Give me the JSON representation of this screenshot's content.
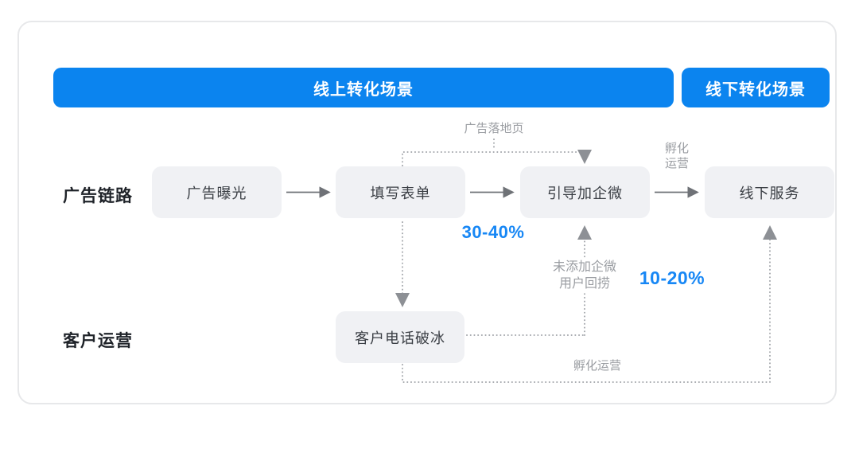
{
  "colors": {
    "brand_blue": "#0b84ef",
    "percent_blue": "#1787f5",
    "node_bg": "#f0f1f4",
    "gray_label": "#9a9da2"
  },
  "scene_headers": {
    "online": "线上转化场景",
    "offline": "线下转化场景"
  },
  "row_labels": {
    "ad_chain": "广告链路",
    "customer_ops": "客户运营"
  },
  "nodes": {
    "ad_exposure": "广告曝光",
    "fill_form": "填写表单",
    "guide_add_wecom": "引导加企微",
    "offline_service": "线下服务",
    "phone_icebreaking": "客户电话破冰"
  },
  "edge_labels": {
    "ad_landing_page": "广告落地页",
    "incubation_line1": "孵化",
    "incubation_line2": "运营",
    "recall_line1": "未添加企微",
    "recall_line2": "用户回捞",
    "incubation_ops": "孵化运营"
  },
  "metrics": {
    "form_to_wecom_rate": "30-40%",
    "recall_add_rate": "10-20%"
  }
}
